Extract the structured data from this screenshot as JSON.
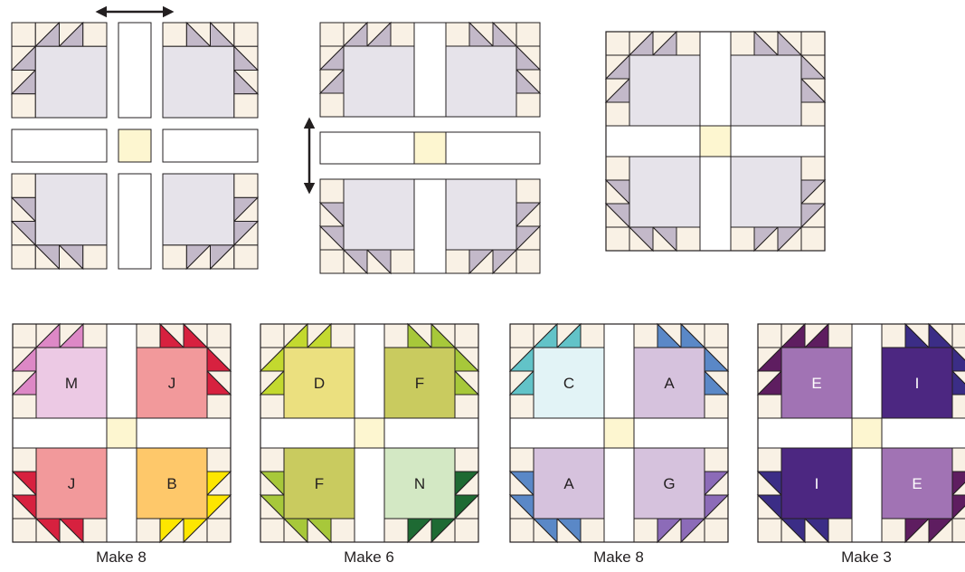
{
  "colors": {
    "background_fabric": "#f9f1e5",
    "gray_fabric": "#e6e3ea",
    "gray_triangle": "#c3b9c9",
    "sashing": "#ffffff",
    "cornerstone": "#fdf6d0",
    "outline": "#231f20"
  },
  "top_row": {
    "diagrams": [
      {
        "name": "separated-units",
        "arrow": "horizontal"
      },
      {
        "name": "rows-joined",
        "arrow": "vertical"
      },
      {
        "name": "finished-block",
        "arrow": "none"
      }
    ]
  },
  "blocks": [
    {
      "caption": "Make 8",
      "quadrants": [
        {
          "letter": "M",
          "center": "#ecc9e4",
          "triangle": "#dd88c6",
          "text_color": "#231f20"
        },
        {
          "letter": "J",
          "center": "#f2999b",
          "triangle": "#d7213f",
          "text_color": "#231f20"
        },
        {
          "letter": "J",
          "center": "#f2999b",
          "triangle": "#d7213f",
          "text_color": "#231f20"
        },
        {
          "letter": "B",
          "center": "#fec86a",
          "triangle": "#fde600",
          "text_color": "#231f20"
        }
      ]
    },
    {
      "caption": "Make 6",
      "quadrants": [
        {
          "letter": "D",
          "center": "#ebe07f",
          "triangle": "#c3d92f",
          "text_color": "#231f20"
        },
        {
          "letter": "F",
          "center": "#c9cb5f",
          "triangle": "#a7c83a",
          "text_color": "#231f20"
        },
        {
          "letter": "F",
          "center": "#c9cb5f",
          "triangle": "#a7c83a",
          "text_color": "#231f20"
        },
        {
          "letter": "N",
          "center": "#d3e8c4",
          "triangle": "#1e6a33",
          "text_color": "#231f20"
        }
      ]
    },
    {
      "caption": "Make 8",
      "quadrants": [
        {
          "letter": "C",
          "center": "#e2f3f6",
          "triangle": "#62c3c8",
          "text_color": "#231f20"
        },
        {
          "letter": "A",
          "center": "#d6c2dd",
          "triangle": "#5a88c7",
          "text_color": "#231f20"
        },
        {
          "letter": "A",
          "center": "#d6c2dd",
          "triangle": "#5a88c7",
          "text_color": "#231f20"
        },
        {
          "letter": "G",
          "center": "#d6c2dd",
          "triangle": "#8c6bb8",
          "text_color": "#231f20"
        }
      ]
    },
    {
      "caption": "Make 3",
      "quadrants": [
        {
          "letter": "E",
          "center": "#a173b4",
          "triangle": "#5e1d60",
          "text_color": "#ffffff"
        },
        {
          "letter": "I",
          "center": "#4c2781",
          "triangle": "#3b2d86",
          "text_color": "#ffffff"
        },
        {
          "letter": "I",
          "center": "#4c2781",
          "triangle": "#3b2d86",
          "text_color": "#ffffff"
        },
        {
          "letter": "E",
          "center": "#a173b4",
          "triangle": "#5e1d60",
          "text_color": "#ffffff"
        }
      ]
    }
  ]
}
